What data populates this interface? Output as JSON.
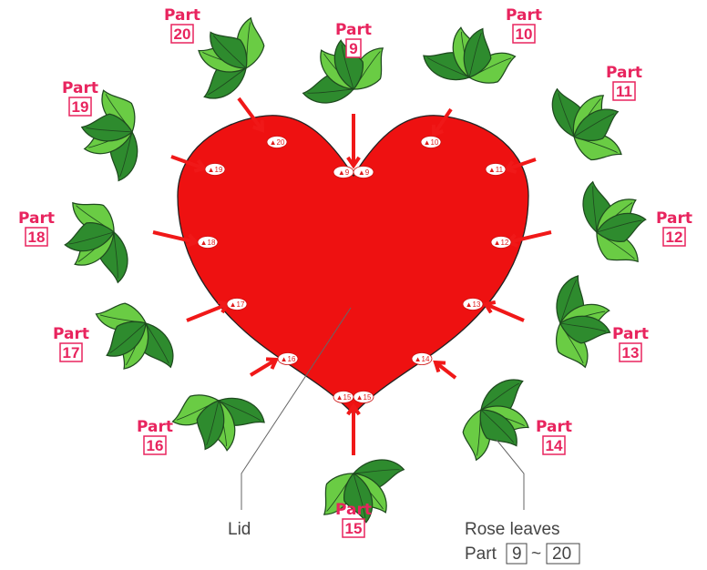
{
  "part_word": "Part",
  "parts": [
    {
      "num": "9",
      "badges": [
        "▲9",
        "▲9"
      ]
    },
    {
      "num": "10",
      "badges": [
        "▲10"
      ]
    },
    {
      "num": "11",
      "badges": [
        "▲11"
      ]
    },
    {
      "num": "12",
      "badges": [
        "▲12"
      ]
    },
    {
      "num": "13",
      "badges": [
        "▲13"
      ]
    },
    {
      "num": "14",
      "badges": [
        "▲14"
      ]
    },
    {
      "num": "15",
      "badges": [
        "▲15",
        "▲15"
      ]
    },
    {
      "num": "16",
      "badges": [
        "▲16"
      ]
    },
    {
      "num": "17",
      "badges": [
        "▲17"
      ]
    },
    {
      "num": "18",
      "badges": [
        "▲18"
      ]
    },
    {
      "num": "19",
      "badges": [
        "▲19"
      ]
    },
    {
      "num": "20",
      "badges": [
        "▲20"
      ]
    }
  ],
  "captions": {
    "lid": "Lid",
    "rose_leaves": "Rose leaves",
    "range_prefix": "Part",
    "range_start": "9",
    "range_sep": "~",
    "range_end": "20"
  },
  "colors": {
    "heart": "#ee1111",
    "leaf_dark": "#2e8b2e",
    "leaf_light": "#6acc44",
    "arrow": "#f01818",
    "label": "#e8245e"
  }
}
